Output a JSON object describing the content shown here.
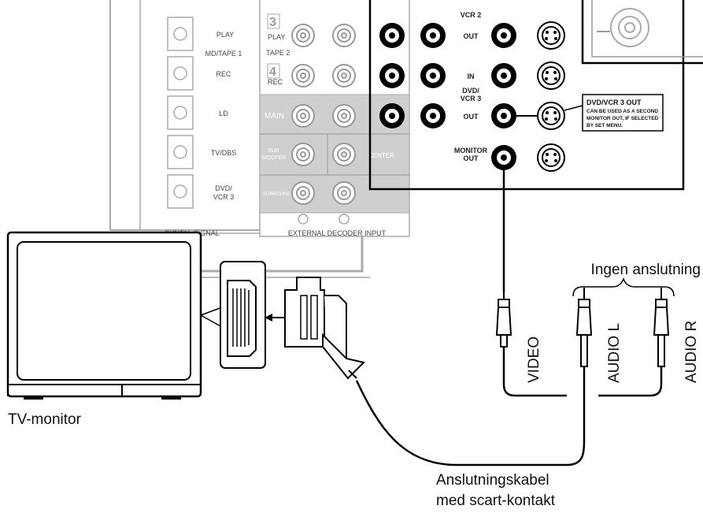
{
  "left_panel": {
    "buttons": [
      "PLAY",
      "REC",
      "LD",
      "TV/DBS",
      "DVD/",
      "VCR 3"
    ],
    "md_tape_label": "MD/TAPE 1",
    "digital_signal_label": "DIGITAL SIGNAL"
  },
  "mid_panel": {
    "input3_num": "3",
    "input3_label": "PLAY",
    "tape2_label": "TAPE 2",
    "input4_num": "4",
    "input4_label": "REC",
    "main_label": "MAIN",
    "sub_label1": "SUB",
    "sub_label2": "WOOFER",
    "center_label": "CENTER",
    "surround_label": "SURROUND",
    "ext_decoder_label": "EXTERNAL DECODER INPUT"
  },
  "right_panel": {
    "vcr2_label": "VCR 2",
    "out_label_1": "OUT",
    "in_label": "IN",
    "dvd_label_1": "DVD/",
    "dvd_label_2": "VCR 3",
    "out_label_2": "OUT",
    "monitor_label_1": "MONITOR",
    "monitor_label_2": "OUT",
    "note_title": "DVD/VCR 3 OUT",
    "note_line1": "CAN BE USED AS A SECOND",
    "note_line2": "MONITOR OUT, IF SELECTED",
    "note_line3": "BY SET MENU."
  },
  "labels": {
    "ingen_anslutning": "Ingen anslutning",
    "video": "VIDEO",
    "audio_l": "AUDIO L",
    "audio_r": "AUDIO R",
    "tv_monitor": "TV-monitor",
    "cable_line1": "Anslutningskabel",
    "cable_line2": "med scart-kontakt"
  }
}
